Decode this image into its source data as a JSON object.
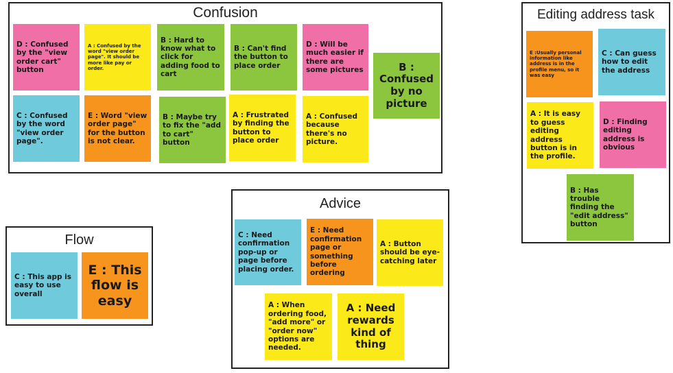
{
  "colors": {
    "pink": "#f06fa6",
    "yellow": "#fbe91a",
    "green": "#8cc63f",
    "blue": "#6fcbdc",
    "orange": "#f7941d",
    "frame_border": "#222222"
  },
  "groups": {
    "confusion": {
      "title": "Confusion",
      "notes": [
        {
          "text": "D : Confused by the \"view order cart\" button",
          "color": "pink"
        },
        {
          "text": "A : Confused by the word \"view order page\". It should be more like pay or order.",
          "color": "yellow"
        },
        {
          "text": "B : Hard to know what to click for adding food to cart",
          "color": "green"
        },
        {
          "text": "B : Can't find the button to place order",
          "color": "green"
        },
        {
          "text": "D : Will be much easier if there are some pictures",
          "color": "pink"
        },
        {
          "text": "B : Confused by no picture",
          "color": "green"
        },
        {
          "text": "C : Confused by the word \"view order page\".",
          "color": "blue"
        },
        {
          "text": "E : Word \"view order page\" for the button is not clear.",
          "color": "orange"
        },
        {
          "text": "B : Maybe try to fix the \"add to cart\" button",
          "color": "green"
        },
        {
          "text": "A : Frustrated by finding the button to place order",
          "color": "yellow"
        },
        {
          "text": "A : Confused because there's no picture.",
          "color": "yellow"
        }
      ]
    },
    "editing": {
      "title": "Editing address task",
      "notes": [
        {
          "text": "E :Usually personal information like address is in the profile menu, so it was easy",
          "color": "orange"
        },
        {
          "text": "C : Can guess how to edit the address",
          "color": "blue"
        },
        {
          "text": "A : It is easy to guess editing address button is in the profile.",
          "color": "yellow"
        },
        {
          "text": "D : Finding editing address is obvious",
          "color": "pink"
        },
        {
          "text": "B : Has trouble finding the \"edit address\" button",
          "color": "green"
        }
      ]
    },
    "flow": {
      "title": "Flow",
      "notes": [
        {
          "text": "C : This app is easy to use overall",
          "color": "blue"
        },
        {
          "text": "E : This flow is easy",
          "color": "orange"
        }
      ]
    },
    "advice": {
      "title": "Advice",
      "notes": [
        {
          "text": "C : Need confirmation pop-up or page before placing order.",
          "color": "blue"
        },
        {
          "text": "E : Need confirmation page or something before ordering",
          "color": "orange"
        },
        {
          "text": "A : Button should be eye-catching later",
          "color": "yellow"
        },
        {
          "text": "A : When ordering food, \"add more\" or \"order now\" options are needed.",
          "color": "yellow"
        },
        {
          "text": "A : Need rewards kind of thing",
          "color": "yellow"
        }
      ]
    }
  }
}
